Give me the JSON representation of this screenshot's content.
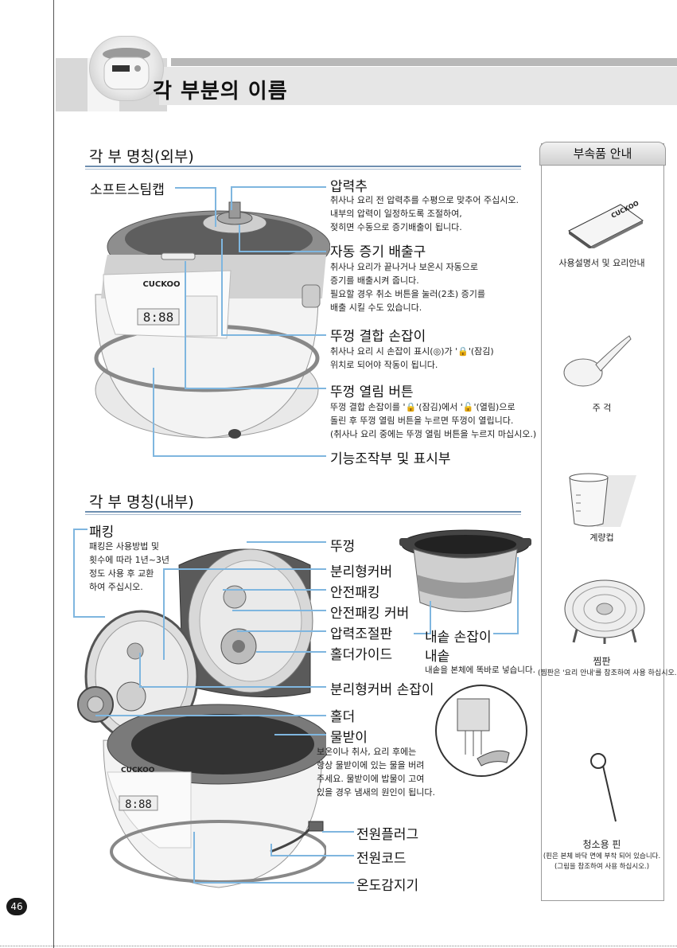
{
  "page": {
    "title": "각 부분의 이름",
    "number": "46"
  },
  "exterior": {
    "heading": "각 부 명칭(외부)",
    "soft_steam_cap": "소프트스팀캡",
    "pressure_weight": {
      "label": "압력추",
      "lines": [
        "취사나 요리 전 압력추를 수평으로 맞추어 주십시오.",
        "내부의 압력이 일정하도록 조절하여,",
        "젖히면 수동으로 증기배출이 됩니다."
      ]
    },
    "auto_steam_vent": {
      "label": "자동 증기 배출구",
      "lines": [
        "취사나 요리가 끝나거나 보온시 자동으로",
        "증기를 배출시켜 줍니다.",
        "필요할 경우 취소 버튼을 눌러(2초) 증기를",
        "배출 시킬 수도 있습니다."
      ]
    },
    "lid_lock_handle": {
      "label": "뚜껑 결합 손잡이",
      "lines": [
        "취사나 요리 시 손잡이 표시(◎)가 '🔒'(잠김)",
        "위치로 되어야 작동이 됩니다."
      ]
    },
    "lid_open_button": {
      "label": "뚜껑 열림 버튼",
      "lines": [
        "뚜껑 결합 손잡이를 '🔒'(잠김)에서 '🔓'(열림)으로",
        "돌린 후 뚜껑 열림 버튼을 누르면 뚜껑이 열립니다.",
        "(취사나 요리 중에는 뚜껑 열림 버튼을 누르지 마십시오.)"
      ]
    },
    "control_panel": "기능조작부 및 표시부",
    "brand": "CUCKOO",
    "display_digits": "8:88"
  },
  "interior": {
    "heading": "각 부 명칭(내부)",
    "packing": {
      "label": "패킹",
      "lines": [
        "패킹은 사용방법 및",
        "횟수에 따라 1년~3년",
        "정도 사용 후 교환",
        "하여 주십시오."
      ]
    },
    "labels": {
      "lid": "뚜껑",
      "detachable_cover": "분리형커버",
      "safety_packing": "안전패킹",
      "safety_packing_cover": "안전패킹 커버",
      "pressure_plate": "압력조절판",
      "holder_guide": "홀더가이드",
      "cover_handle": "분리형커버 손잡이",
      "holder": "홀더",
      "water_tray": "물받이",
      "power_plug": "전원플러그",
      "power_cord": "전원코드",
      "temp_sensor": "온도감지기"
    },
    "water_tray_lines": [
      "보온이나 취사, 요리 후에는",
      "항상 물받이에 있는 물을 버려",
      "주세요. 물받이에 밥물이 고여",
      "있을 경우 냄새의 원인이 됩니다."
    ],
    "inner_pot_handle": "내솥 손잡이",
    "inner_pot": "내솥",
    "inner_pot_note": "내솥을 본체에 똑바로 넣습니다."
  },
  "accessories": {
    "heading": "부속품 안내",
    "manual": "사용설명서 및 요리안내",
    "manual_book_text": "CUCKOO",
    "spatula": "주 걱",
    "measuring_cup": "계량컵",
    "steam_plate": "찜판",
    "steam_plate_note": "(찜판은 '요리 안내'를 참조하여 사용 하십시오.)",
    "cleaning_pin": "청소용 핀",
    "cleaning_pin_note": [
      "(핀은 본체 바닥 면에 부착 되어 있습니다.",
      "(그림을 참조하여 사용 하십시오.)"
    ]
  },
  "colors": {
    "accent_blue": "#7fb6df",
    "rule_blue": "#6e8fb0"
  }
}
